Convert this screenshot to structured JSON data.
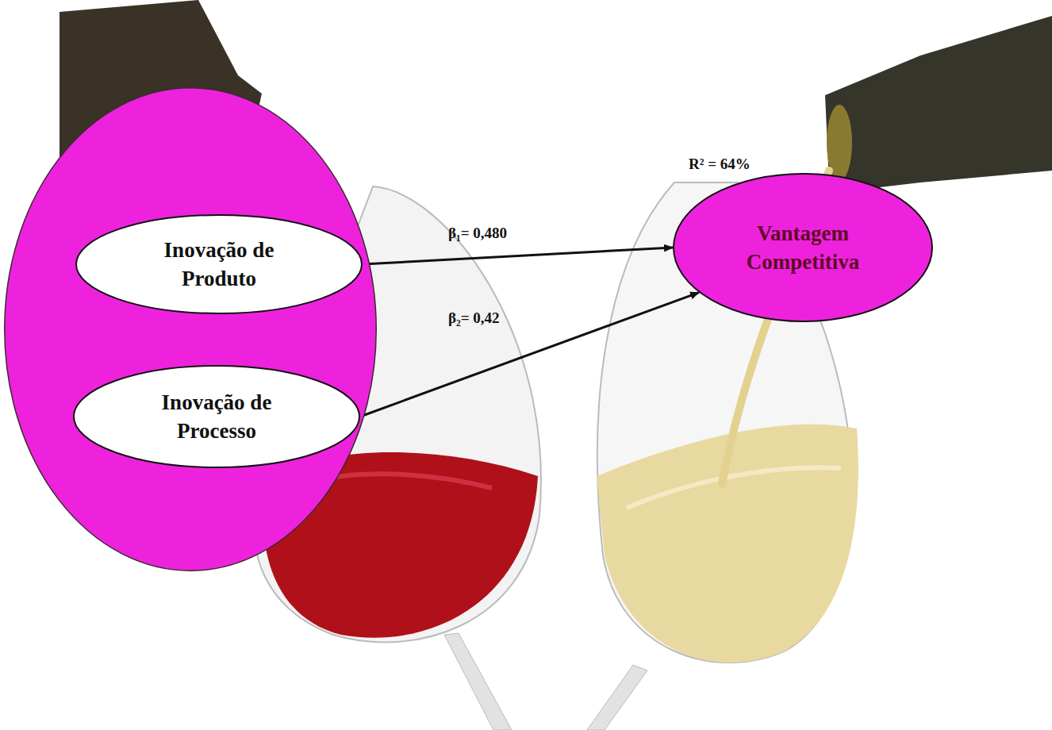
{
  "diagram": {
    "nodes": [
      {
        "text": []
      },
      {
        "text": [
          "Inovação de Produto"
        ],
        "in": 0
      },
      {
        "text": [
          "Inovação de Processo"
        ],
        "in": 0
      },
      {
        "text": [
          "Vantagem Competitiva"
        ]
      }
    ],
    "edges": [
      {
        "from": 1,
        "to": 3,
        "label": "β₁= 0,480",
        "arrow": "to"
      },
      {
        "from": 2,
        "to": 3,
        "label": "β₂= 0,42",
        "arrow": "to"
      }
    ],
    "labels": [
      "R² = 64%"
    ]
  }
}
